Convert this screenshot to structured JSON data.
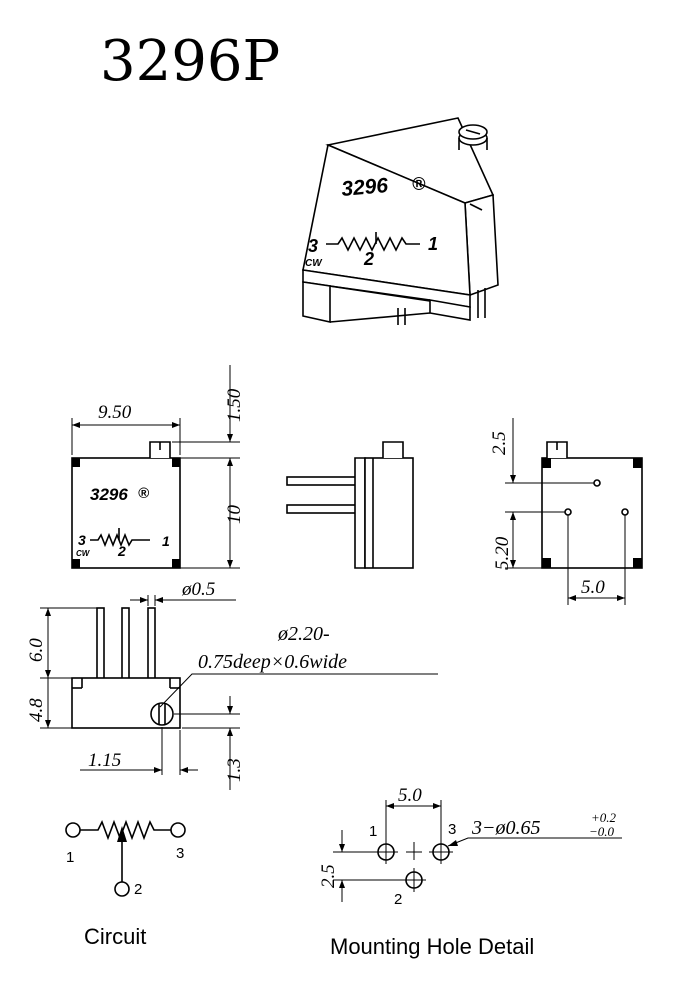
{
  "title": "3296P",
  "body_marking": {
    "model": "3296",
    "registered_symbol": "®",
    "pin_3": "3",
    "pin_1": "1",
    "pin_2": "2",
    "cw": "CW"
  },
  "front_view": {
    "width": "9.50",
    "adjuster_height": "1.50",
    "height": "10"
  },
  "bottom_view": {
    "dim_top": "2.5",
    "dim_vertical": "5.20",
    "dim_horizontal": "5.0"
  },
  "side_view": {
    "pin_diameter": "ø0.5",
    "pin_length": "6.0",
    "body_height": "4.8",
    "slot_note_line1": "ø2.20-",
    "slot_note_line2": "0.75deep×0.6wide",
    "screw_offset": "1.15",
    "screw_height": "1.3"
  },
  "circuit": {
    "label": "Circuit",
    "pin_1": "1",
    "pin_2": "2",
    "pin_3": "3"
  },
  "mounting": {
    "label": "Mounting Hole Detail",
    "spacing": "5.0",
    "offset": "2.5",
    "pin_1": "1",
    "pin_2": "2",
    "pin_3": "3",
    "hole_spec": "3−ø0.65",
    "tol_plus": "+0.2",
    "tol_minus": "−0.0"
  }
}
